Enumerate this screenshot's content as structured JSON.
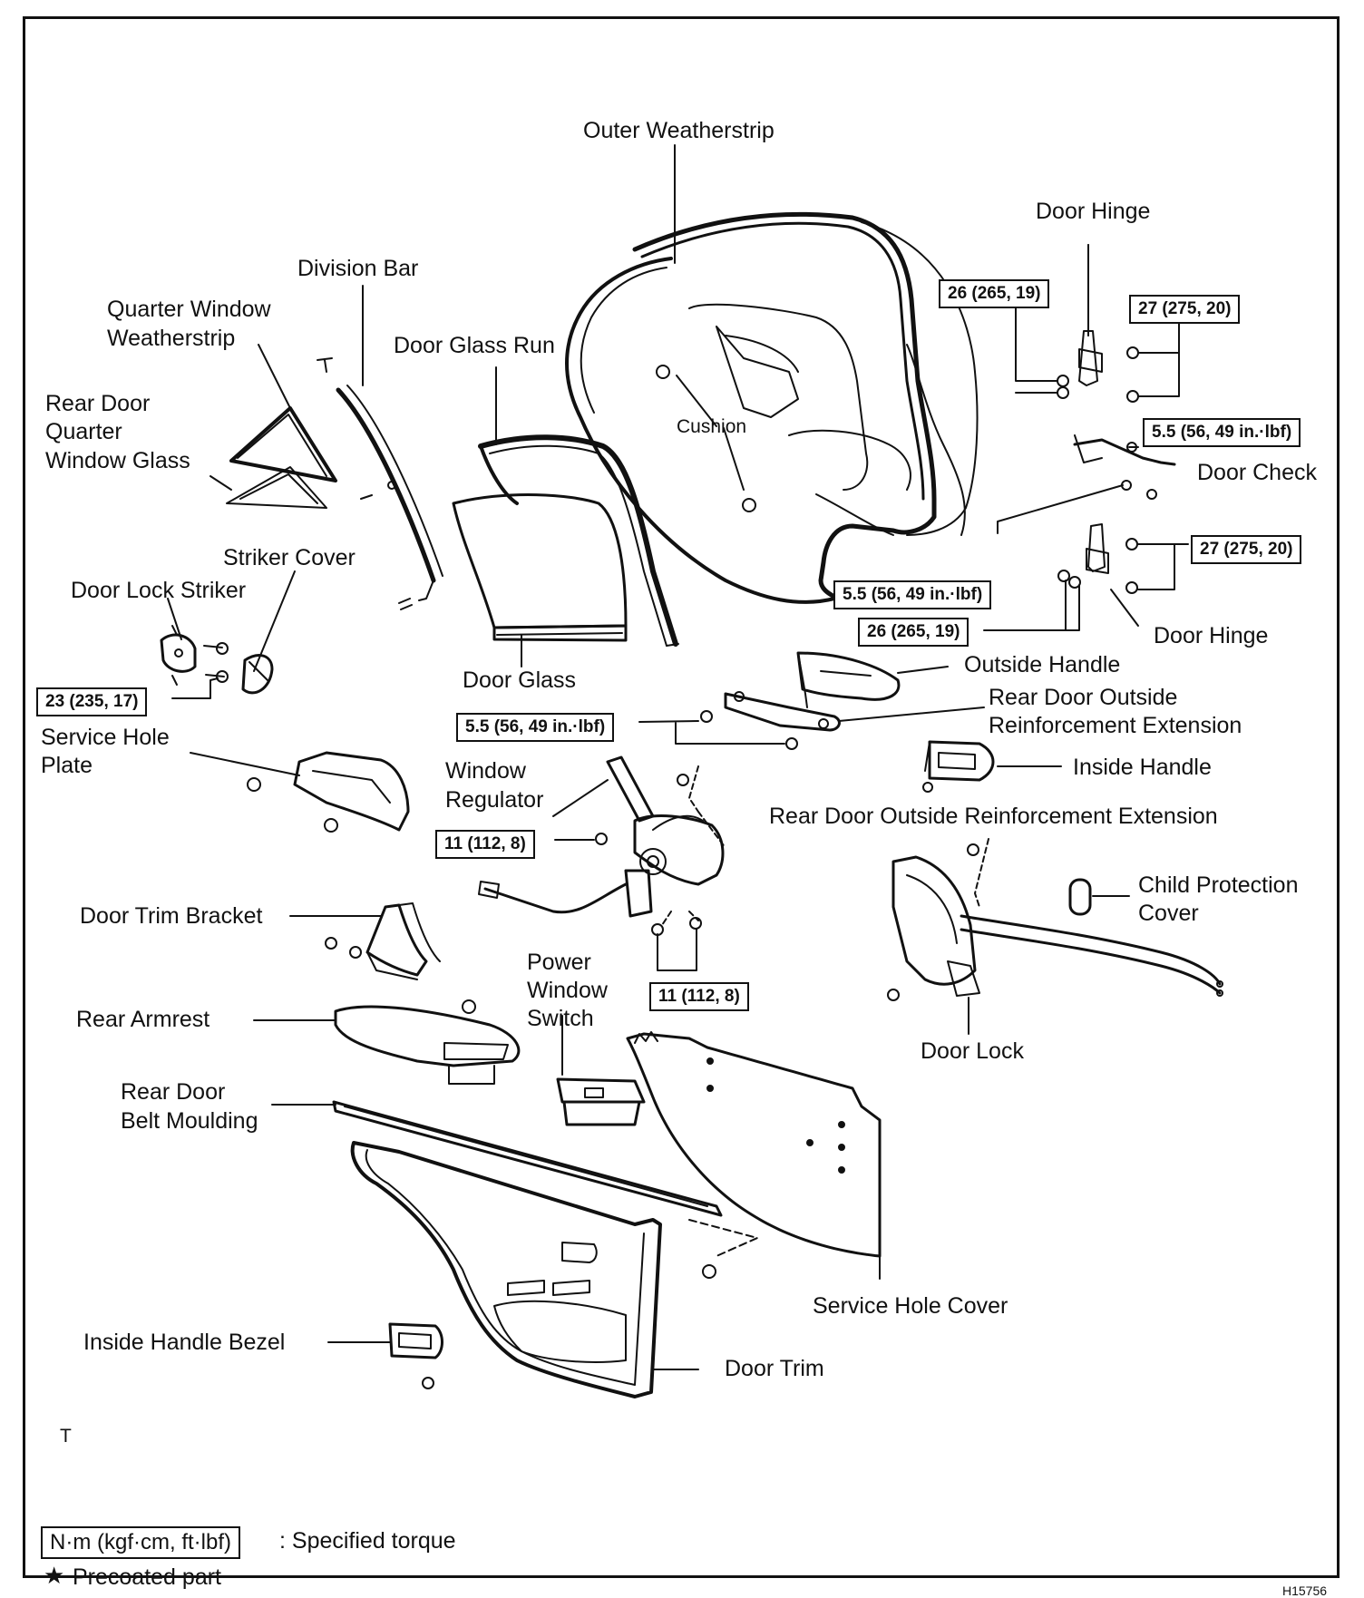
{
  "labels": {
    "outer_weatherstrip": "Outer Weatherstrip",
    "door_hinge_top": "Door Hinge",
    "division_bar": "Division Bar",
    "quarter_window_weatherstrip_1": "Quarter Window",
    "quarter_window_weatherstrip_2": "Weatherstrip",
    "door_glass_run": "Door Glass Run",
    "rear_door_quarter_1": "Rear Door",
    "rear_door_quarter_2": "Quarter",
    "rear_door_quarter_3": "Window Glass",
    "cushion": "Cushion",
    "door_check": "Door Check",
    "striker_cover": "Striker Cover",
    "door_lock_striker": "Door Lock Striker",
    "door_hinge_bottom": "Door Hinge",
    "outside_handle": "Outside Handle",
    "door_glass": "Door Glass",
    "reinf_ext_1_a": "Rear Door Outside",
    "reinf_ext_1_b": "Reinforcement Extension",
    "service_hole_plate_1": "Service Hole",
    "service_hole_plate_2": "Plate",
    "inside_handle": "Inside Handle",
    "window_regulator_1": "Window",
    "window_regulator_2": "Regulator",
    "reinf_ext_2": "Rear Door Outside Reinforcement Extension",
    "child_protection_1": "Child Protection",
    "child_protection_2": "Cover",
    "door_trim_bracket": "Door Trim Bracket",
    "power_window_switch_1": "Power",
    "power_window_switch_2": "Window",
    "power_window_switch_3": "Switch",
    "rear_armrest": "Rear Armrest",
    "door_lock": "Door Lock",
    "rear_door_belt_1": "Rear Door",
    "rear_door_belt_2": "Belt Moulding",
    "service_hole_cover": "Service Hole Cover",
    "inside_handle_bezel": "Inside Handle Bezel",
    "door_trim": "Door Trim",
    "t_mark": "T"
  },
  "torque": {
    "hinge_top_left": "26 (265, 19)",
    "hinge_top_right": "27 (275, 20)",
    "check_upper": "5.5 (56, 49 in.·lbf)",
    "hinge_bottom_right": "27 (275, 20)",
    "check_lower": "5.5 (56, 49 in.·lbf)",
    "hinge_bottom_left": "26 (265, 19)",
    "striker": "23 (235, 17)",
    "outside_handle": "5.5 (56, 49 in.·lbf)",
    "regulator_upper": "11 (112, 8)",
    "regulator_lower": "11 (112, 8)"
  },
  "legend": {
    "torque_unit": "N·m (kgf·cm, ft·lbf)",
    "torque_text": ": Specified torque",
    "star": "★",
    "precoated_text": "Precoated part"
  },
  "figure_code": "H15756"
}
